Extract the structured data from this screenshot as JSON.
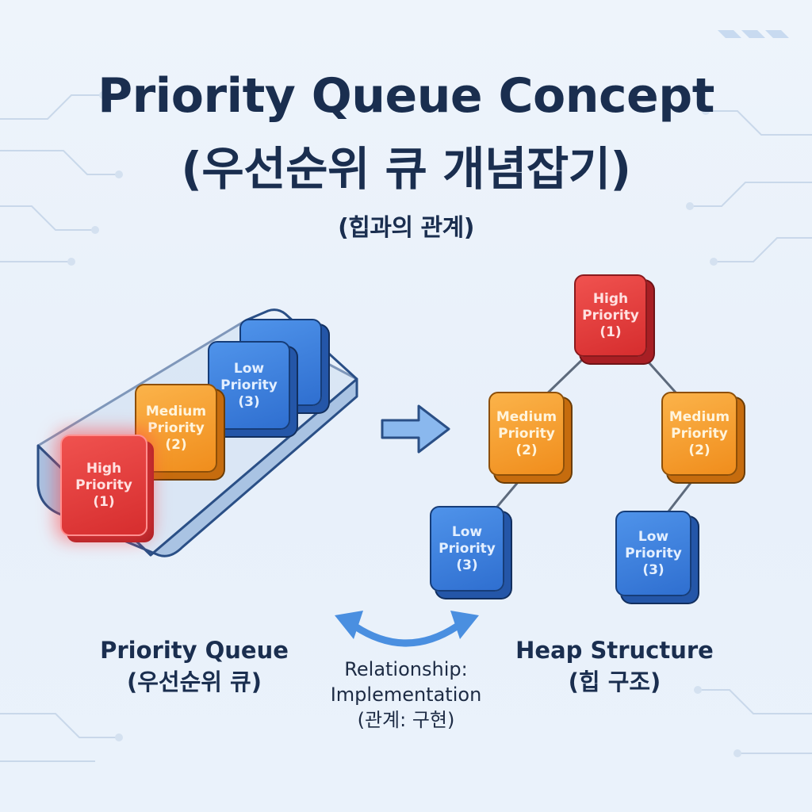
{
  "title": {
    "line1": "Priority Queue Concept",
    "line2": "(우선순위 큐 개념잡기)",
    "subtitle": "(힙과의 관계)"
  },
  "queue": {
    "items": [
      {
        "line1": "High",
        "line2": "Priority",
        "line3": "(1)"
      },
      {
        "line1": "Medium",
        "line2": "Priority",
        "line3": "(2)"
      },
      {
        "line1": "Low",
        "line2": "Priority",
        "line3": "(3)"
      }
    ],
    "label_en": "Priority Queue",
    "label_ko": "(우선순위 큐)"
  },
  "heap": {
    "root": {
      "line1": "High",
      "line2": "Priority",
      "line3": "(1)"
    },
    "left": {
      "line1": "Medium",
      "line2": "Priority",
      "line3": "(2)"
    },
    "right": {
      "line1": "Medium",
      "line2": "Priority",
      "line3": "(2)"
    },
    "left_child": {
      "line1": "Low",
      "line2": "Priority",
      "line3": "(3)"
    },
    "right_child": {
      "line1": "Low",
      "line2": "Priority",
      "line3": "(3)"
    },
    "label_en": "Heap Structure",
    "label_ko": "(힙 구조)"
  },
  "relationship": {
    "line1": "Relationship:",
    "line2": "Implementation",
    "line3": "(관계: 구현)"
  },
  "colors": {
    "high": "#e03a3a",
    "medium": "#f39a25",
    "low": "#3b7ddb",
    "title": "#1a2e4f",
    "arrow": "#4a8fe0"
  }
}
